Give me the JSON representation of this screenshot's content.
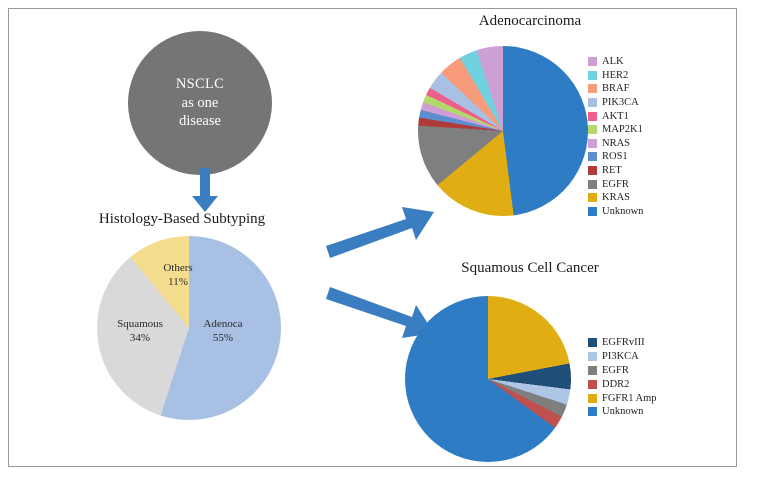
{
  "figure": {
    "background": "#ffffff",
    "border_color": "#9a9a9a"
  },
  "source_node": {
    "line1": "NSCLC",
    "line2": "as one",
    "line3": "disease",
    "fill": "#757575",
    "text_color": "#ffffff"
  },
  "arrows": {
    "color": "#3a7dc0",
    "vertical_name": "arrow-down-to-histology",
    "upper_name": "arrow-to-adenocarcinoma",
    "lower_name": "arrow-to-squamous"
  },
  "chart_data": [
    {
      "type": "pie",
      "id": "histology",
      "title": "Histology-Based Subtyping",
      "categories": [
        "Adenoca",
        "Squamous",
        "Others"
      ],
      "values": [
        55,
        34,
        11
      ],
      "labels": [
        "55%",
        "34%",
        "11%"
      ],
      "colors": [
        "#a8c0e4",
        "#d9d9d9",
        "#f5dd8f"
      ],
      "legend": "none",
      "labels_inside": true
    },
    {
      "type": "pie",
      "id": "adenocarcinoma",
      "title": "Adenocarcinoma",
      "categories": [
        "ALK",
        "HER2",
        "BRAF",
        "PIK3CA",
        "AKT1",
        "MAP2K1",
        "NRAS",
        "ROS1",
        "RET",
        "EGFR",
        "KRAS",
        "Unknown"
      ],
      "values": [
        5,
        3.5,
        4.5,
        3.5,
        1.5,
        1.5,
        1.5,
        1.5,
        1.5,
        12,
        16,
        48
      ],
      "colors": [
        "#cd9fd4",
        "#6fd2de",
        "#f79b7b",
        "#a8c0e4",
        "#ef5f8b",
        "#b4d96b",
        "#cd9fd4",
        "#5b8fd0",
        "#b13a3a",
        "#7f7f7f",
        "#e0ad12",
        "#2e7cc4"
      ],
      "legend": "right"
    },
    {
      "type": "pie",
      "id": "squamous",
      "title": "Squamous Cell Cancer",
      "categories": [
        "EGFRvIII",
        "PI3KCA",
        "EGFR",
        "DDR2",
        "FGFR1  Amp",
        "Unknown"
      ],
      "values": [
        5,
        3,
        2.5,
        2.5,
        22,
        65
      ],
      "colors": [
        "#1f4e79",
        "#adc6e6",
        "#7f7f7f",
        "#c0504d",
        "#e0ad12",
        "#2e7cc4"
      ],
      "legend": "right"
    }
  ]
}
